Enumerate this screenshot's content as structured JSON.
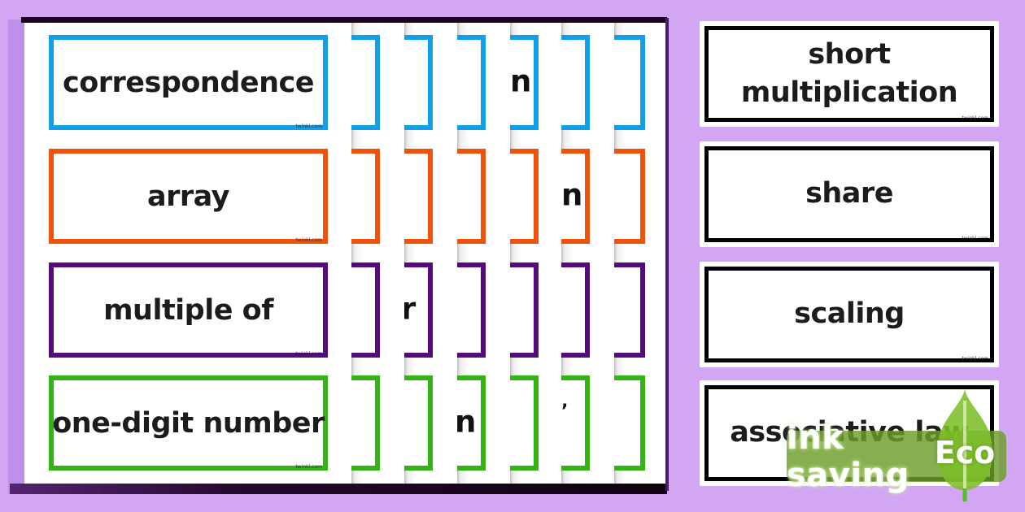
{
  "watermark": "twinkl.com",
  "palette": {
    "blue": "#129fe8",
    "orange": "#ee530c",
    "purple": "#560b7d",
    "green": "#33b414",
    "ribbon": "rgba(108,158,42,0.82)",
    "leaf": "rgba(125,190,40,0.88)",
    "bg": "#d2a6f3"
  },
  "front_page": {
    "cards": [
      {
        "word": "correspondence",
        "color": "blue"
      },
      {
        "word": "array",
        "color": "orange"
      },
      {
        "word": "multiple of",
        "color": "purple"
      },
      {
        "word": "one-digit number",
        "color": "green"
      }
    ]
  },
  "stacked_pages": {
    "count": 6,
    "visible_letter_fragments": [
      {
        "page": 2,
        "row": "purple",
        "letter": "r"
      },
      {
        "page": 3,
        "row": "green",
        "letter": "n"
      },
      {
        "page": 4,
        "row": "blue",
        "letter": "n"
      },
      {
        "page": 5,
        "row": "orange",
        "letter": "n"
      },
      {
        "page": 5,
        "row": "green",
        "letter": "’"
      }
    ]
  },
  "cut_cards": [
    {
      "word": "short multiplication",
      "color": "blue"
    },
    {
      "word": "share",
      "color": "orange"
    },
    {
      "word": "scaling",
      "color": "purple"
    },
    {
      "word": "associative law",
      "color": "green"
    }
  ],
  "eco_badge": {
    "ribbon_label": "ink saving",
    "leaf_label": "Eco"
  }
}
